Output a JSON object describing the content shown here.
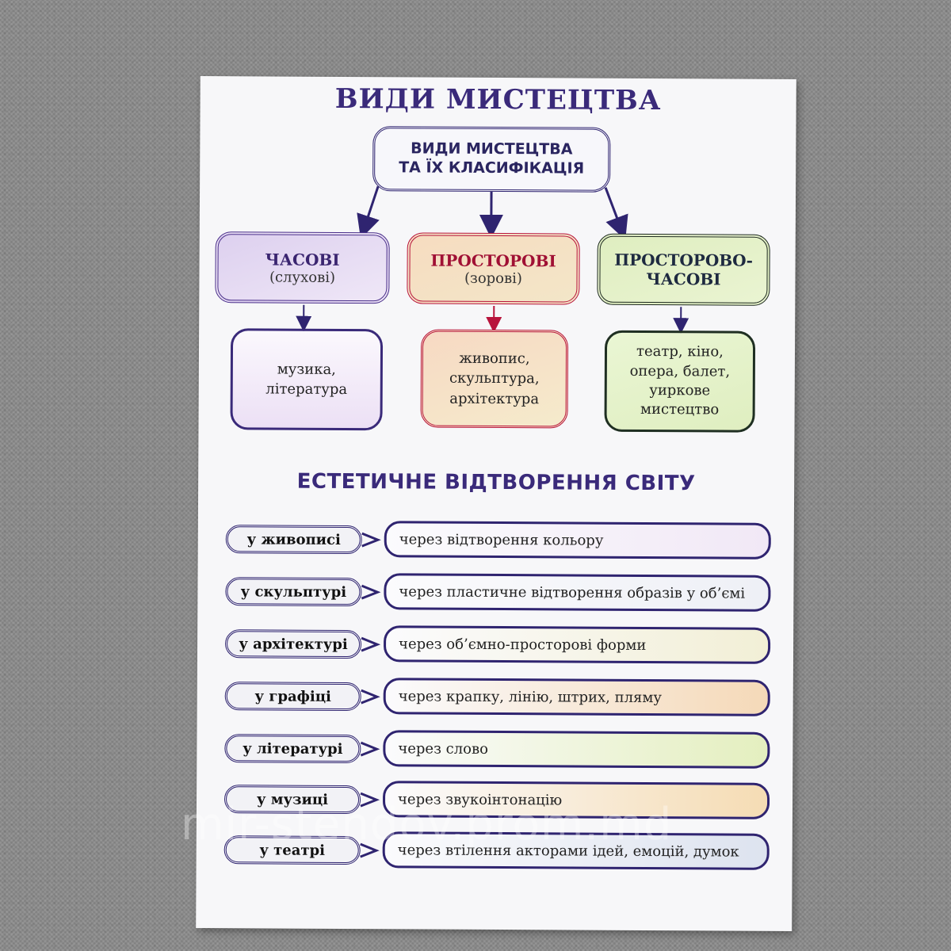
{
  "poster": {
    "title": "ВИДИ МИСТЕЦТВА",
    "root": {
      "line1": "ВИДИ МИСТЕЦТВА",
      "line2": "ТА ЇХ КЛАСИФІКАЦІЯ"
    },
    "categories": [
      {
        "name": "ЧАСОВІ",
        "sub": "(слухові)",
        "examples": [
          "музика,",
          "література"
        ]
      },
      {
        "name": "ПРОСТОРОВІ",
        "sub": "(зорові)",
        "examples": [
          "живопис,",
          "скульптура,",
          "архітектура"
        ]
      },
      {
        "name_line1": "ПРОСТОРОВО-",
        "name_line2": "ЧАСОВІ",
        "examples": [
          "театр, кіно,",
          "опера, балет,",
          "уиркове",
          "мистецтво"
        ]
      }
    ],
    "subtitle": "ЕСТЕТИЧНЕ ВІДТВОРЕННЯ СВІТУ",
    "rows": [
      {
        "label": "у живописі",
        "desc": "через відтворення кольору",
        "color": "#f1e8f6"
      },
      {
        "label": "у скульптурі",
        "desc": "через пластичне відтворення образів у об’ємі",
        "color": "#eef0f6"
      },
      {
        "label": "у архітектурі",
        "desc": "через об’ємно-просторові форми",
        "color": "#f2efd6"
      },
      {
        "label": "у графіці",
        "desc": "через крапку, лінію, штрих, пляму",
        "color": "#f5d9b8"
      },
      {
        "label": "у літературі",
        "desc": "через слово",
        "color": "#e4efbf"
      },
      {
        "label": "у музиці",
        "desc": "через звукоінтонацію",
        "color": "#f5dcb4"
      },
      {
        "label": "у театрі",
        "desc": "через втілення акторами ідей, емоцій, думок",
        "color": "#dde3ef"
      }
    ]
  },
  "watermark": "mir-stendov.prom.md",
  "colors": {
    "navy": "#2f2470",
    "crimson": "#b8143c",
    "background": "#8c8c8c"
  }
}
